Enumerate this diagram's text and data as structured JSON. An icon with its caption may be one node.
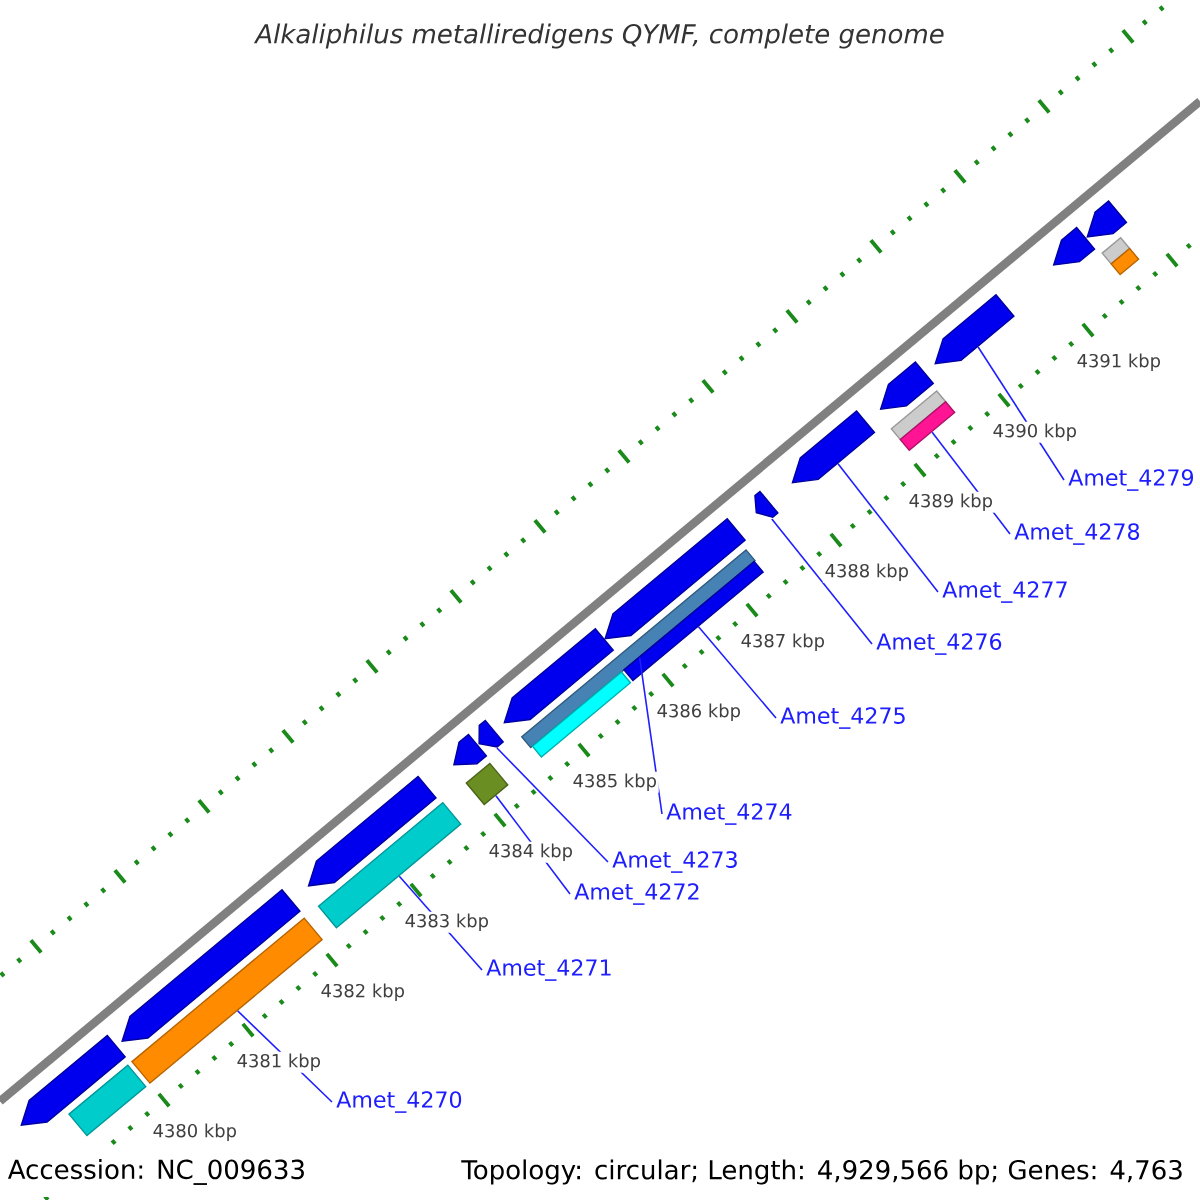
{
  "diagram": {
    "title": "Alkaliphilus metalliredigens QYMF, complete genome",
    "nodes": [
      {
        "text": [
          "Amet_4270"
        ]
      },
      {
        "text": [
          "Amet_4271"
        ]
      },
      {
        "text": [
          "Amet_4272"
        ]
      },
      {
        "text": [
          "Amet_4273"
        ]
      },
      {
        "text": [
          "Amet_4274"
        ]
      },
      {
        "text": [
          "Amet_4275"
        ]
      },
      {
        "text": [
          "Amet_4276"
        ]
      },
      {
        "text": [
          "Amet_4277"
        ]
      },
      {
        "text": [
          "Amet_4278"
        ]
      },
      {
        "text": [
          "Amet_4279"
        ]
      },
      {
        "text": [],
        "shape": "arrow"
      },
      {
        "text": [],
        "shape": "bar"
      },
      {
        "text": [],
        "shape": "bar"
      },
      {
        "text": [],
        "shape": "arrow"
      },
      {
        "text": [],
        "shape": "bar"
      },
      {
        "text": [],
        "shape": "arrow"
      },
      {
        "text": [],
        "shape": "arrow"
      },
      {
        "text": [],
        "shape": "bar"
      },
      {
        "text": [],
        "shape": "arrow"
      },
      {
        "text": [],
        "shape": "arrow"
      },
      {
        "text": [],
        "shape": "bar"
      },
      {
        "text": [],
        "shape": "bar"
      },
      {
        "text": [],
        "shape": "bar"
      },
      {
        "text": [],
        "shape": "arrow"
      },
      {
        "text": [],
        "shape": "arrow"
      },
      {
        "text": [],
        "shape": "arrow"
      },
      {
        "text": [],
        "shape": "bar"
      },
      {
        "text": [],
        "shape": "bar"
      },
      {
        "text": [],
        "shape": "arrow"
      },
      {
        "text": [],
        "shape": "arrow"
      },
      {
        "text": [],
        "shape": "arrow"
      },
      {
        "text": [],
        "shape": "arrow"
      },
      {
        "text": [],
        "shape": "bar"
      },
      {
        "text": [],
        "shape": "bar"
      }
    ],
    "edges": [
      {
        "from": 0,
        "to": 12,
        "arrow": "none"
      },
      {
        "from": 1,
        "to": 14,
        "arrow": "none"
      },
      {
        "from": 2,
        "to": 17,
        "arrow": "none"
      },
      {
        "from": 3,
        "to": 18,
        "arrow": "none"
      },
      {
        "from": 4,
        "to": 20,
        "arrow": "none"
      },
      {
        "from": 5,
        "to": 22,
        "arrow": "none"
      },
      {
        "from": 6,
        "to": 24,
        "arrow": "none"
      },
      {
        "from": 7,
        "to": 25,
        "arrow": "none"
      },
      {
        "from": 8,
        "to": 27,
        "arrow": "none"
      },
      {
        "from": 9,
        "to": 29,
        "arrow": "none"
      }
    ],
    "labels": [
      "4380 kbp",
      "4381 kbp",
      "4382 kbp",
      "4383 kbp",
      "4384 kbp",
      "4385 kbp",
      "4386 kbp",
      "4387 kbp",
      "4388 kbp",
      "4389 kbp",
      "4390 kbp",
      "4391 kbp",
      "Accession: NC_009633",
      "Topology: circular; Length: 4,929,566 bp; Genes: 4,763"
    ]
  }
}
